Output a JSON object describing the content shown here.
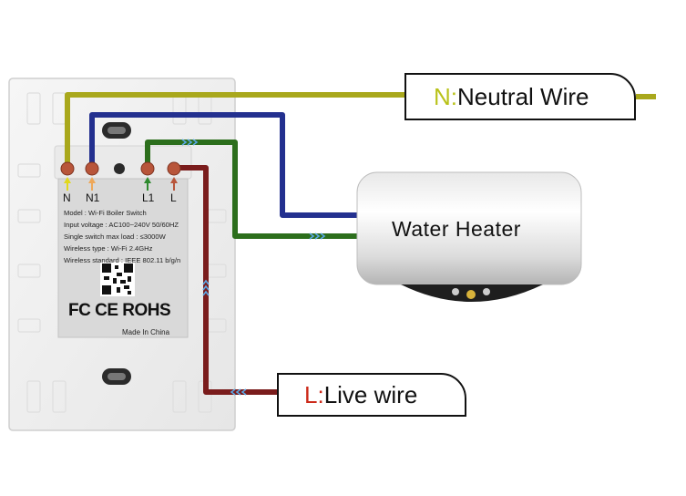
{
  "labels": {
    "neutral_prefix": "N:",
    "neutral_text": "Neutral Wire",
    "live_prefix": "L:",
    "live_text": "Live wire",
    "heater": "Water Heater"
  },
  "terminals": [
    "N",
    "N1",
    "L1",
    "L"
  ],
  "specs": {
    "model": "Model : Wi-Fi Boiler Switch",
    "input_voltage": "Input voltage : AC100~240V  50/60HZ",
    "max_load": "Single switch max load :  ≤3000W",
    "wireless_type": "Wireless type : Wi-Fi 2.4GHz",
    "wireless_standard": "Wireless standard : IEEE 802.11 b/g/n"
  },
  "certifications": "FC CE ROHS",
  "made_in": "Made In China",
  "colors": {
    "neutral_wire": "#a9a81c",
    "n1_wire": "#23308f",
    "l1_wire": "#2c6e1c",
    "live_wire": "#7a1c1c",
    "terminal": "#b8553a",
    "arrow_blue": "#5aa8e6"
  }
}
